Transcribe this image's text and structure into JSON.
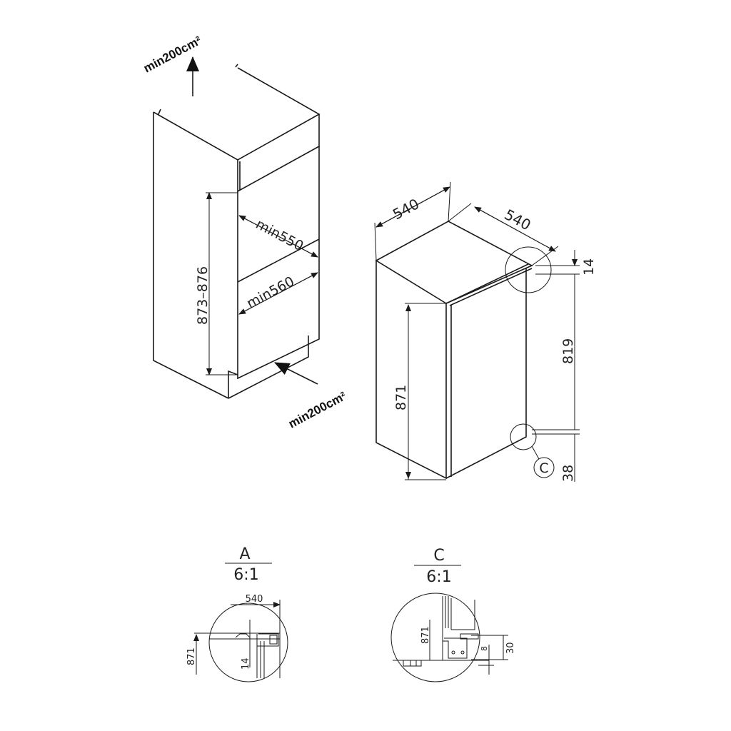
{
  "left_view": {
    "top_vent": "min200cm²",
    "bottom_vent": "min200cm²",
    "niche_height": "873–876",
    "min_depth_top": "min550",
    "min_depth_bottom": "min560"
  },
  "right_view": {
    "width": "540",
    "depth": "540",
    "height": "871",
    "top_gap": "14",
    "door_span": "819",
    "bottom_gap": "38",
    "detail_marker": "C"
  },
  "detail_a": {
    "title": "A",
    "scale": "6:1",
    "width": "540",
    "height": "871",
    "gap": "14"
  },
  "detail_c": {
    "title": "C",
    "scale": "6:1",
    "height": "871",
    "dim_30": "30",
    "dim_8": "8"
  },
  "colors": {
    "line": "#1a1a1a",
    "background": "#ffffff"
  }
}
